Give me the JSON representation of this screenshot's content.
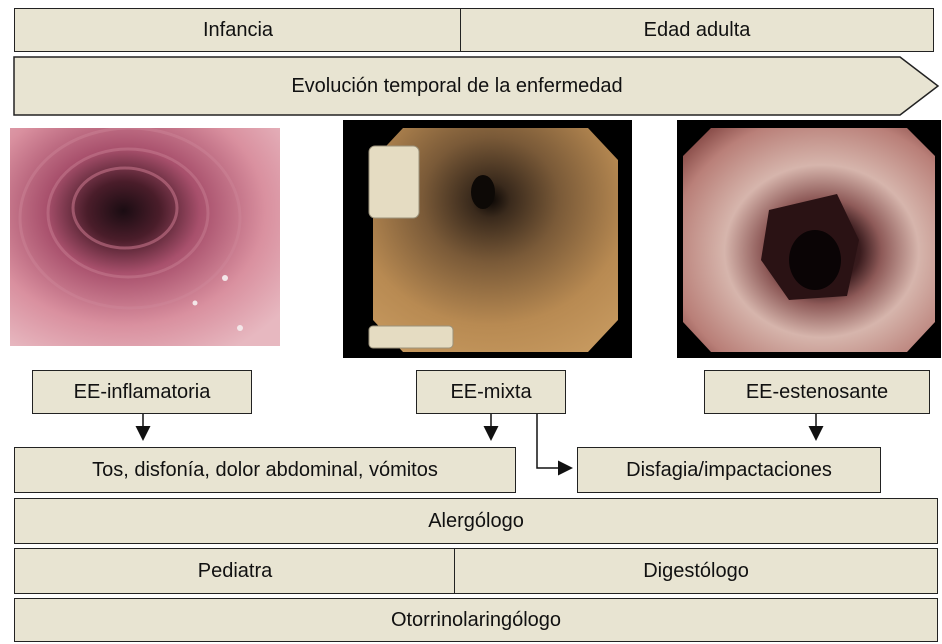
{
  "timeline": {
    "childhood": "Infancia",
    "adulthood": "Edad adulta",
    "evolution": "Evolución temporal de la enfermedad"
  },
  "phenotypes": [
    {
      "label": "EE-inflamatoria",
      "image": "endoscopy-inflammatory"
    },
    {
      "label": "EE-mixta",
      "image": "endoscopy-mixed"
    },
    {
      "label": "EE-estenosante",
      "image": "endoscopy-stenosing"
    }
  ],
  "symptoms": {
    "pediatric": "Tos, disfonía, dolor abdominal, vómitos",
    "adult": "Disfagia/impactaciones"
  },
  "specialists": {
    "allergist": "Alergólogo",
    "pediatrician": "Pediatra",
    "gastroenterologist": "Digestólogo",
    "ent": "Otorrinolaringólogo"
  },
  "colors": {
    "box_fill": "#e8e4d2",
    "border": "#222222"
  }
}
